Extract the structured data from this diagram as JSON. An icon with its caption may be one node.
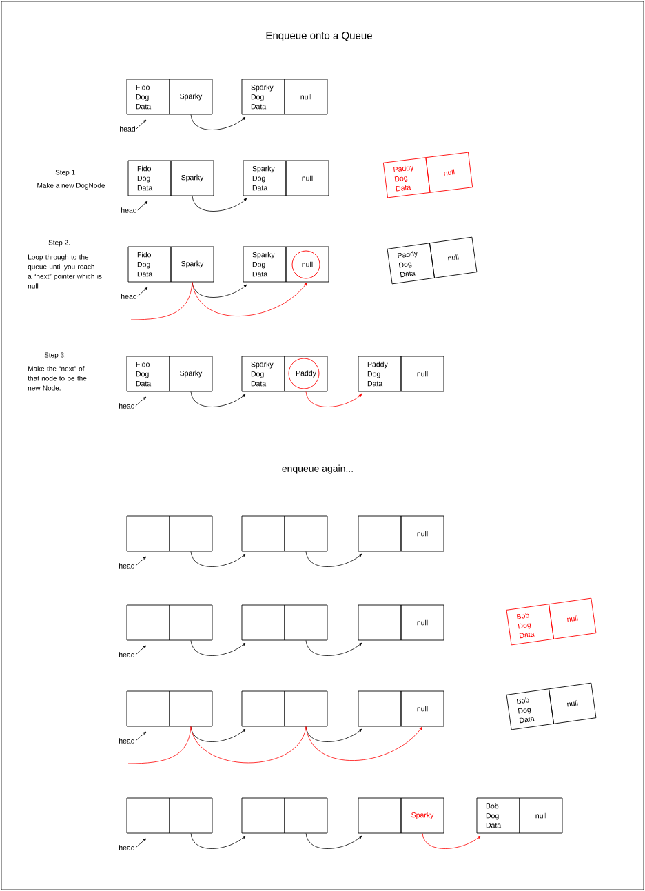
{
  "diagram": {
    "title": "Enqueue onto a Queue",
    "nodes": [
      {
        "text": [
          "Fido Dog Data"
        ]
      },
      {
        "text": [
          "Sparky"
        ]
      },
      {
        "text": [
          "Sparky Dog Data"
        ]
      },
      {
        "text": [
          "null"
        ]
      },
      {
        "text": [
          "head"
        ]
      },
      {
        "text": [
          "Fido Dog Data"
        ]
      },
      {
        "text": [
          "Sparky"
        ]
      },
      {
        "text": [
          "Sparky Dog Data"
        ]
      },
      {
        "text": [
          "null"
        ]
      },
      {
        "text": [
          "head"
        ]
      },
      {
        "text": [
          "Paddy Dog Data"
        ]
      },
      {
        "text": [
          "null"
        ]
      },
      {
        "text": [
          "Fido Dog Data"
        ]
      },
      {
        "text": [
          "Sparky"
        ]
      },
      {
        "text": [
          "Sparky Dog Data"
        ]
      },
      {
        "text": [
          "null"
        ]
      },
      {
        "text": [
          "head"
        ]
      },
      {
        "text": [
          "Paddy Dog Data"
        ]
      },
      {
        "text": [
          "null"
        ]
      },
      {
        "text": [
          "Fido Dog Data"
        ]
      },
      {
        "text": [
          "Sparky"
        ]
      },
      {
        "text": [
          "Sparky Dog Data"
        ]
      },
      {
        "text": [
          "Paddy"
        ]
      },
      {
        "text": [
          "Paddy Dog Data"
        ]
      },
      {
        "text": [
          "null"
        ]
      },
      {
        "text": [
          "head"
        ]
      },
      {
        "text": [],
        "shape": "box"
      },
      {
        "text": [],
        "shape": "box"
      },
      {
        "text": [],
        "shape": "box"
      },
      {
        "text": [],
        "shape": "box"
      },
      {
        "text": [],
        "shape": "box"
      },
      {
        "text": [
          "null"
        ]
      },
      {
        "text": [
          "head"
        ]
      },
      {
        "text": [],
        "shape": "box"
      },
      {
        "text": [],
        "shape": "box"
      },
      {
        "text": [],
        "shape": "box"
      },
      {
        "text": [],
        "shape": "box"
      },
      {
        "text": [],
        "shape": "box"
      },
      {
        "text": [
          "null"
        ]
      },
      {
        "text": [
          "head"
        ]
      },
      {
        "text": [
          "Bob Dog Data"
        ]
      },
      {
        "text": [
          "null"
        ]
      },
      {
        "text": [],
        "shape": "box"
      },
      {
        "text": [],
        "shape": "box"
      },
      {
        "text": [],
        "shape": "box"
      },
      {
        "text": [],
        "shape": "box"
      },
      {
        "text": [],
        "shape": "box"
      },
      {
        "text": [
          "null"
        ]
      },
      {
        "text": [
          "head"
        ]
      },
      {
        "text": [
          "Bob Dog Data"
        ]
      },
      {
        "text": [
          "null"
        ]
      },
      {
        "text": [],
        "shape": "box"
      },
      {
        "text": [],
        "shape": "box"
      },
      {
        "text": [],
        "shape": "box"
      },
      {
        "text": [],
        "shape": "box"
      },
      {
        "text": [],
        "shape": "box"
      },
      {
        "text": [
          "Sparky"
        ]
      },
      {
        "text": [
          "Bob Dog Data"
        ]
      },
      {
        "text": [
          "null"
        ]
      },
      {
        "text": [
          "head"
        ]
      }
    ],
    "edges": [
      {
        "from": 4,
        "to": 0,
        "arrow": "to"
      },
      {
        "from": 1,
        "to": 2,
        "arrow": "to"
      },
      {
        "from": 9,
        "to": 5,
        "arrow": "to"
      },
      {
        "from": 6,
        "to": 7,
        "arrow": "to"
      },
      {
        "from": 16,
        "to": 12,
        "arrow": "to"
      },
      {
        "from": 13,
        "to": 14,
        "arrow": "to"
      },
      {
        "from": null,
        "to": 13,
        "arrow": "none",
        "color": "#ff0000"
      },
      {
        "from": 13,
        "to": 15,
        "arrow": "to",
        "color": "#ff0000"
      },
      {
        "from": 25,
        "to": 19,
        "arrow": "to"
      },
      {
        "from": 20,
        "to": 21,
        "arrow": "to"
      },
      {
        "from": 22,
        "to": 23,
        "arrow": "to",
        "color": "#ff0000"
      },
      {
        "from": 32,
        "to": 26,
        "arrow": "to"
      },
      {
        "from": 27,
        "to": 28,
        "arrow": "to"
      },
      {
        "from": 29,
        "to": 30,
        "arrow": "to"
      },
      {
        "from": 39,
        "to": 33,
        "arrow": "to"
      },
      {
        "from": 34,
        "to": 35,
        "arrow": "to"
      },
      {
        "from": 36,
        "to": 37,
        "arrow": "to"
      },
      {
        "from": 48,
        "to": 42,
        "arrow": "to"
      },
      {
        "from": 43,
        "to": 44,
        "arrow": "to"
      },
      {
        "from": 45,
        "to": 46,
        "arrow": "to"
      },
      {
        "from": null,
        "to": 43,
        "arrow": "none",
        "color": "#ff0000"
      },
      {
        "from": 43,
        "to": 45,
        "arrow": "none",
        "color": "#ff0000"
      },
      {
        "from": 45,
        "to": 47,
        "arrow": "to",
        "color": "#ff0000"
      },
      {
        "from": 59,
        "to": 51,
        "arrow": "to"
      },
      {
        "from": 52,
        "to": 53,
        "arrow": "to"
      },
      {
        "from": 54,
        "to": 55,
        "arrow": "to"
      },
      {
        "from": 56,
        "to": 57,
        "arrow": "to",
        "color": "#ff0000"
      }
    ],
    "labels": [
      "Step 1.",
      "Make a new DogNode",
      "Step 2.",
      "Loop through to the queue until you reach a “next” pointer which is null",
      "Step 3.",
      "Make the “next” of that node to be the new Node.",
      "enqueue again..."
    ]
  }
}
